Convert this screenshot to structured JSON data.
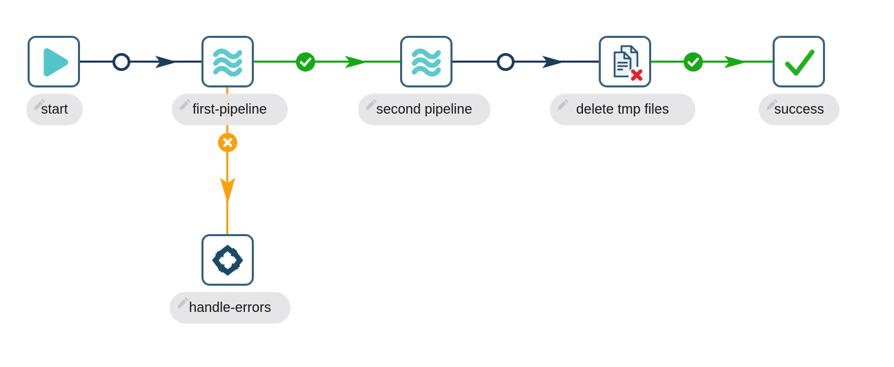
{
  "app": {
    "view": "workflow-canvas"
  },
  "colors": {
    "background": "#ffffff",
    "node_border": "#3a627f",
    "hop_unconditional": "#1d3b58",
    "hop_success": "#17a817",
    "hop_failure": "#f9a10d",
    "icon_teal": "#52c5c9",
    "icon_navy": "#1c4966",
    "delete_red": "#df2430",
    "label_bg": "#e4e4e6",
    "label_text": "#141414"
  },
  "nodes": [
    {
      "id": "start",
      "label": "start",
      "icon": "play-icon"
    },
    {
      "id": "first-pipeline",
      "label": "first-pipeline",
      "icon": "pipeline-waves-icon"
    },
    {
      "id": "second-pipeline",
      "label": "second pipeline",
      "icon": "pipeline-waves-icon"
    },
    {
      "id": "delete-tmp-files",
      "label": "delete tmp files",
      "icon": "delete-files-icon"
    },
    {
      "id": "success",
      "label": "success",
      "icon": "check-icon"
    },
    {
      "id": "handle-errors",
      "label": "handle-errors",
      "icon": "workflow-cycle-icon"
    }
  ],
  "connections": [
    {
      "from": "start",
      "to": "first-pipeline",
      "condition": "unconditional",
      "marker": "circle-icon"
    },
    {
      "from": "first-pipeline",
      "to": "second-pipeline",
      "condition": "on-success",
      "marker": "check-circle-icon"
    },
    {
      "from": "second-pipeline",
      "to": "delete-tmp-files",
      "condition": "unconditional",
      "marker": "circle-icon"
    },
    {
      "from": "delete-tmp-files",
      "to": "success",
      "condition": "on-success",
      "marker": "check-circle-icon"
    },
    {
      "from": "first-pipeline",
      "to": "handle-errors",
      "condition": "on-failure",
      "marker": "x-circle-icon"
    }
  ]
}
